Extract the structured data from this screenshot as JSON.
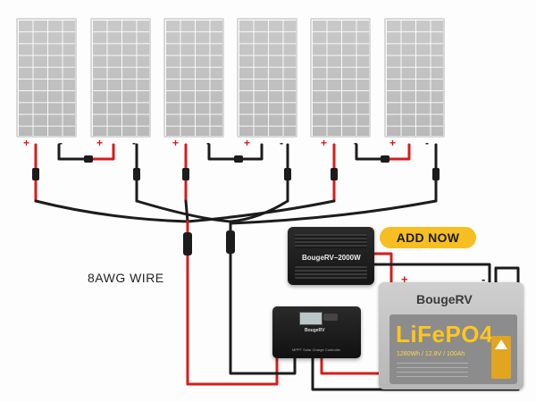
{
  "panels": [
    {
      "plus": "+",
      "minus": "-"
    },
    {
      "plus": "+",
      "minus": "-"
    },
    {
      "plus": "+",
      "minus": "-"
    },
    {
      "plus": "+",
      "minus": "-"
    },
    {
      "plus": "+",
      "minus": "-"
    },
    {
      "plus": "+",
      "minus": "-"
    }
  ],
  "wire_label": "8AWG WIRE",
  "cta": {
    "label": "ADD NOW"
  },
  "inverter": {
    "brand": "BougeRV",
    "model": "2000W"
  },
  "controller": {
    "brand": "BougeRV",
    "model": "MPPT Solar Charge Controller"
  },
  "battery": {
    "brand": "BougeRV",
    "chemistry": "LiFePO4",
    "spec": "1280Wh / 12.8V / 100Ah",
    "plus": "+",
    "minus": "-"
  },
  "colors": {
    "positive_wire": "#d71c1c",
    "negative_wire": "#1c1c1c",
    "cta": "#f7be22"
  }
}
